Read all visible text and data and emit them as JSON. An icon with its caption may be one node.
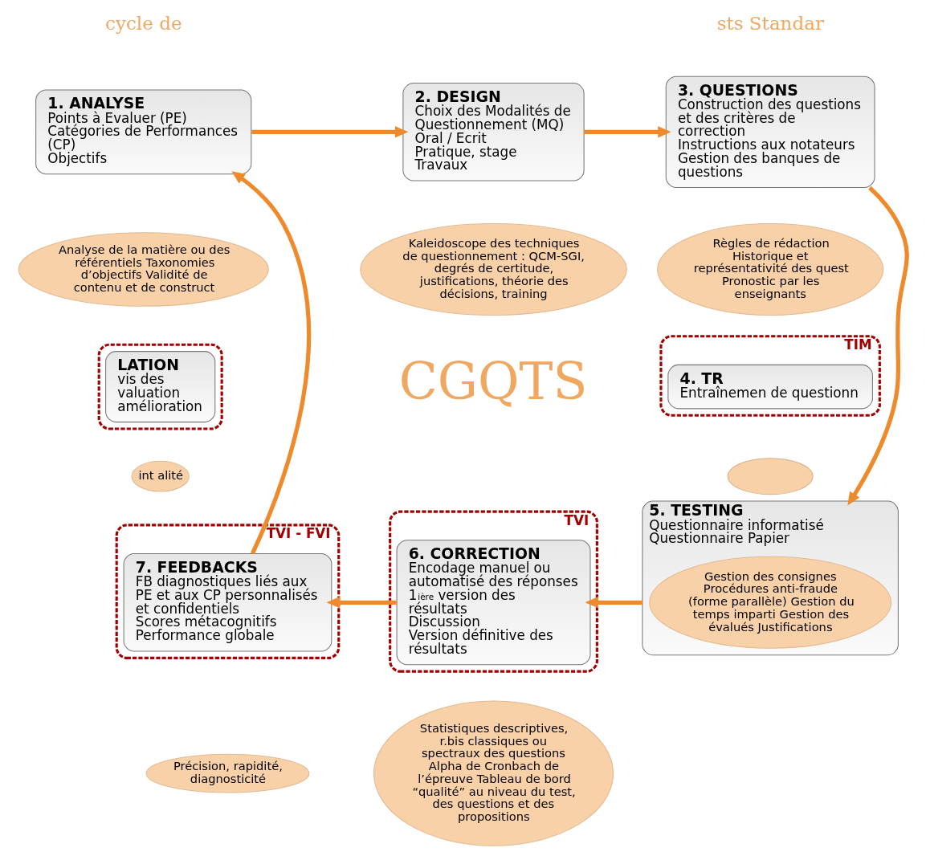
{
  "diagram": {
    "nodes": [
      {
        "text": [
          "1. ANALYSE",
          "Points à Evaluer (PE)",
          "Catégories de Performances (CP)",
          "Objectifs"
        ]
      },
      {
        "text": [
          "Analyse de la matière ou des référentiels Taxonomies d’objectifs Validité de contenu et de construct"
        ]
      },
      {
        "text": [
          "2. DESIGN",
          "Choix des Modalités de Questionnement (MQ)",
          "Oral / Ecrit",
          "Pratique, stage",
          "Travaux"
        ]
      },
      {
        "text": [
          "Kaleidoscope des techniques de questionnement : QCM-SGI, degrés de certitude, justifications, théorie des décisions, training"
        ]
      },
      {
        "text": [
          "3. QUESTIONS",
          "Construction des questions et des critères de correction",
          "Instructions aux notateurs",
          "Gestion des banques de questions"
        ]
      },
      {
        "text": [
          "Règles de rédaction Historique et représentativité des quest Pronostic par les enseignants"
        ]
      },
      {
        "text": [],
        "shape": "box"
      },
      {
        "text": [
          "LATION",
          "vis des",
          "valuation",
          "amélioration"
        ],
        "in": 6
      },
      {
        "text": [
          "int alité"
        ]
      },
      {
        "text": [
          "TIM"
        ]
      },
      {
        "text": [
          "4. TR",
          "Entraînemen de questionn"
        ],
        "in": 9
      },
      {
        "text": [],
        "shape": "ellipse"
      },
      {
        "text": [
          "5. TESTING",
          "Questionnaire informatisé",
          "Questionnaire Papier"
        ]
      },
      {
        "text": [
          "Gestion des consignes Procédures anti-fraude (forme parallèle) Gestion du temps imparti Gestion des évalués Justifications"
        ],
        "in": 12
      },
      {
        "text": [
          "TVI"
        ]
      },
      {
        "text": [
          "6. CORRECTION",
          "Encodage manuel ou automatisé des réponses",
          "1$^{ière}$ version des résultats",
          "Discussion",
          "Version définitive des résultats"
        ],
        "in": 14
      },
      {
        "text": [
          "Statistiques descriptives, r.bis classiques ou spectraux des questions Alpha de Cronbach de l’épreuve Tableau de bord “qualité” au niveau du test, des questions et des propositions"
        ]
      },
      {
        "text": [
          "TVI - FVI"
        ]
      },
      {
        "text": [
          "7. FEEDBACKS",
          "FB diagnostiques liés aux PE et aux CP personnalisés et confidentiels",
          "Scores métacognitifs",
          "Performance globale"
        ],
        "in": 17
      },
      {
        "text": [
          "Précision, rapidité, diagnosticité"
        ]
      }
    ],
    "edges": [
      {
        "from": 0,
        "to": 2,
        "arrow": "to"
      },
      {
        "from": 2,
        "to": 4,
        "arrow": "to"
      },
      {
        "from": 4,
        "to": 12,
        "arrow": "to"
      },
      {
        "from": 12,
        "to": 15,
        "arrow": "to"
      },
      {
        "from": 15,
        "to": 18,
        "arrow": "to"
      },
      {
        "from": 18,
        "to": 0,
        "arrow": "to"
      }
    ],
    "labels": [
      "cycle de",
      "sts Standar",
      "CGQTS"
    ]
  }
}
